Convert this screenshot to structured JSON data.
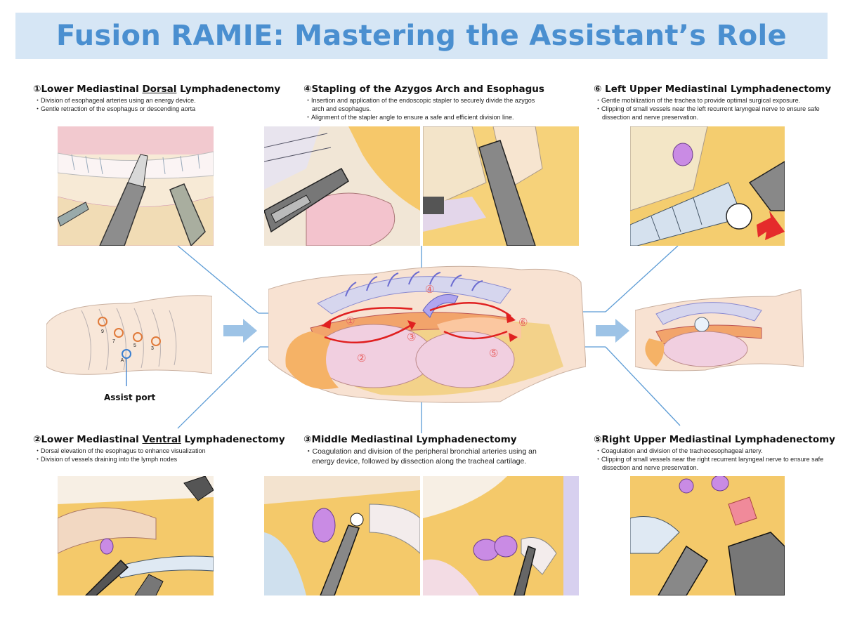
{
  "title": "Fusion RAMIE: Mastering the Assistant’s Role",
  "sections": [
    {
      "num": "①",
      "pre": "Lower Mediastinal ",
      "key": "Dorsal",
      "post": " Lymphadenectomy",
      "bullets": [
        "Division of esophageal arteries using an energy device.",
        "Gentle retraction of the esophagus or descending aorta"
      ]
    },
    {
      "num": "②",
      "pre": "Lower Mediastinal ",
      "key": "Ventral",
      "post": " Lymphadenectomy",
      "bullets": [
        "Dorsal elevation of the esophagus to enhance visualization",
        "Division of vessels draining into the lymph nodes"
      ]
    },
    {
      "num": "③",
      "title": "Middle Mediastinal Lymphadenectomy",
      "bullets": [
        "Coagulation and division of the peripheral bronchial arteries using an energy device, followed by dissection along the tracheal cartilage."
      ]
    },
    {
      "num": "④",
      "title": "Stapling of the Azygos Arch and Esophagus",
      "bullets": [
        "Insertion and application of the endoscopic stapler to securely divide the azygos arch and esophagus.",
        "Alignment of the stapler angle to ensure a safe and efficient division line."
      ]
    },
    {
      "num": "⑤",
      "title": "Right Upper Mediastinal Lymphadenectomy",
      "bullets": [
        "Coagulation and division of the tracheoesophageal artery.",
        "Clipping of small vessels near the right recurrent laryngeal nerve to ensure safe dissection and nerve preservation."
      ]
    },
    {
      "num": "⑥",
      "title": " Left Upper Mediastinal Lymphadenectomy",
      "bullets": [
        "Gentle mobilization of the trachea to provide optimal surgical exposure.",
        "Clipping of small vessels near the left recurrent laryngeal nerve to ensure safe dissection and nerve preservation."
      ]
    }
  ],
  "ports": {
    "labels": [
      "9",
      "7",
      "5",
      "3",
      "A"
    ],
    "assist_label": "Assist port"
  },
  "center_markers": [
    "①",
    "②",
    "③",
    "④",
    "⑤",
    "⑥"
  ],
  "colors": {
    "title": "#4a8fd0",
    "banner": "#d6e6f5",
    "arrow": "#e02020",
    "connector": "#5b9bd5",
    "robot_port": "#e07a3a",
    "assist_port": "#3a7fd0"
  }
}
